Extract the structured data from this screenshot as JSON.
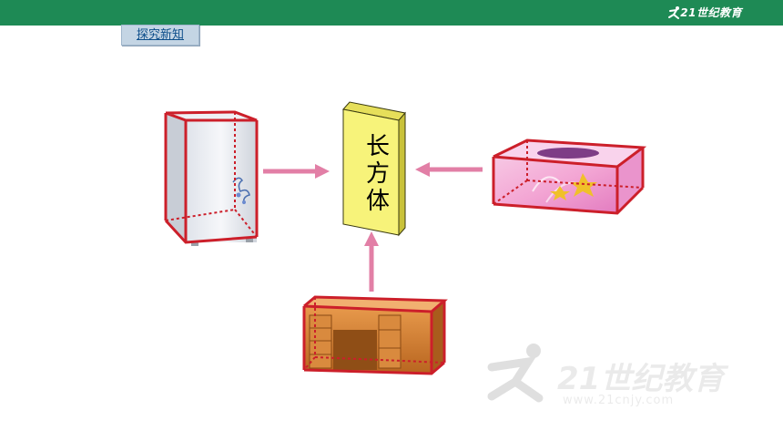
{
  "header": {
    "brand_text": "21世纪教育",
    "colors": {
      "bar": "#1e8a55",
      "brand_text": "#ffffff"
    }
  },
  "section_tag": {
    "label": "探究新知"
  },
  "center_box": {
    "label": "长方体",
    "colors": {
      "front": "#f7f37a",
      "top": "#e6df5a",
      "side": "#c9c23a"
    }
  },
  "objects": [
    {
      "name": "refrigerator",
      "icon": "refrigerator-icon"
    },
    {
      "name": "tissue-box",
      "icon": "tissue-box-icon"
    },
    {
      "name": "desk",
      "icon": "desk-icon"
    }
  ],
  "arrows": {
    "color": "#e27fa6"
  },
  "watermark": {
    "text": "21世纪教育",
    "url": "www.21cnjy.com"
  },
  "outline_color": "#cc1f2a"
}
